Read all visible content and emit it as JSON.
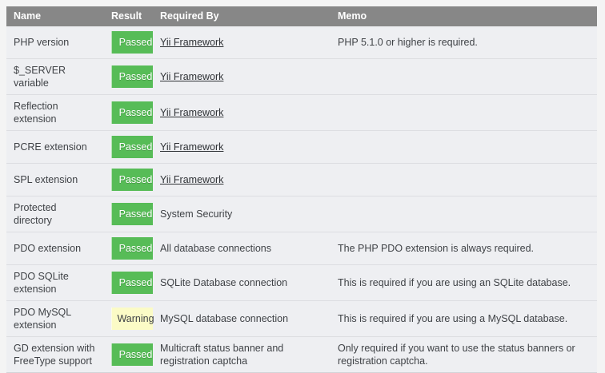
{
  "table": {
    "columns": [
      {
        "key": "name",
        "label": "Name"
      },
      {
        "key": "result",
        "label": "Result"
      },
      {
        "key": "reqby",
        "label": "Required By"
      },
      {
        "key": "memo",
        "label": "Memo"
      }
    ],
    "rows": [
      {
        "name": "PHP version",
        "result": "Passed",
        "result_state": "passed",
        "required_by": "Yii Framework",
        "required_by_is_link": true,
        "memo": "PHP 5.1.0 or higher is required."
      },
      {
        "name": "$_SERVER variable",
        "result": "Passed",
        "result_state": "passed",
        "required_by": "Yii Framework",
        "required_by_is_link": true,
        "memo": ""
      },
      {
        "name": "Reflection extension",
        "result": "Passed",
        "result_state": "passed",
        "required_by": "Yii Framework",
        "required_by_is_link": true,
        "memo": ""
      },
      {
        "name": "PCRE extension",
        "result": "Passed",
        "result_state": "passed",
        "required_by": "Yii Framework",
        "required_by_is_link": true,
        "memo": ""
      },
      {
        "name": "SPL extension",
        "result": "Passed",
        "result_state": "passed",
        "required_by": "Yii Framework",
        "required_by_is_link": true,
        "memo": ""
      },
      {
        "name": "Protected directory",
        "result": "Passed",
        "result_state": "passed",
        "required_by": "System Security",
        "required_by_is_link": false,
        "memo": ""
      },
      {
        "name": "PDO extension",
        "result": "Passed",
        "result_state": "passed",
        "required_by": "All database connections",
        "required_by_is_link": false,
        "memo": "The PHP PDO extension is always required."
      },
      {
        "name": "PDO SQLite extension",
        "result": "Passed",
        "result_state": "passed",
        "required_by": "SQLite Database connection",
        "required_by_is_link": false,
        "memo": "This is required if you are using an SQLite database."
      },
      {
        "name": "PDO MySQL extension",
        "result": "Warning",
        "result_state": "warning",
        "required_by": "MySQL database connection",
        "required_by_is_link": false,
        "memo": "This is required if you are using a MySQL database."
      },
      {
        "name": "GD extension with FreeType support",
        "result": "Passed",
        "result_state": "passed",
        "required_by": "Multicraft status banner and registration captcha",
        "required_by_is_link": false,
        "memo": "Only required if you want to use the status banners or registration captcha."
      }
    ]
  },
  "colors": {
    "header_bg": "#878787",
    "row_bg": "#eeeff2",
    "passed_bg": "#57bc57",
    "warning_bg": "#fbfbc6",
    "page_bg": "#f4f4f4",
    "text": "#3f4246"
  }
}
